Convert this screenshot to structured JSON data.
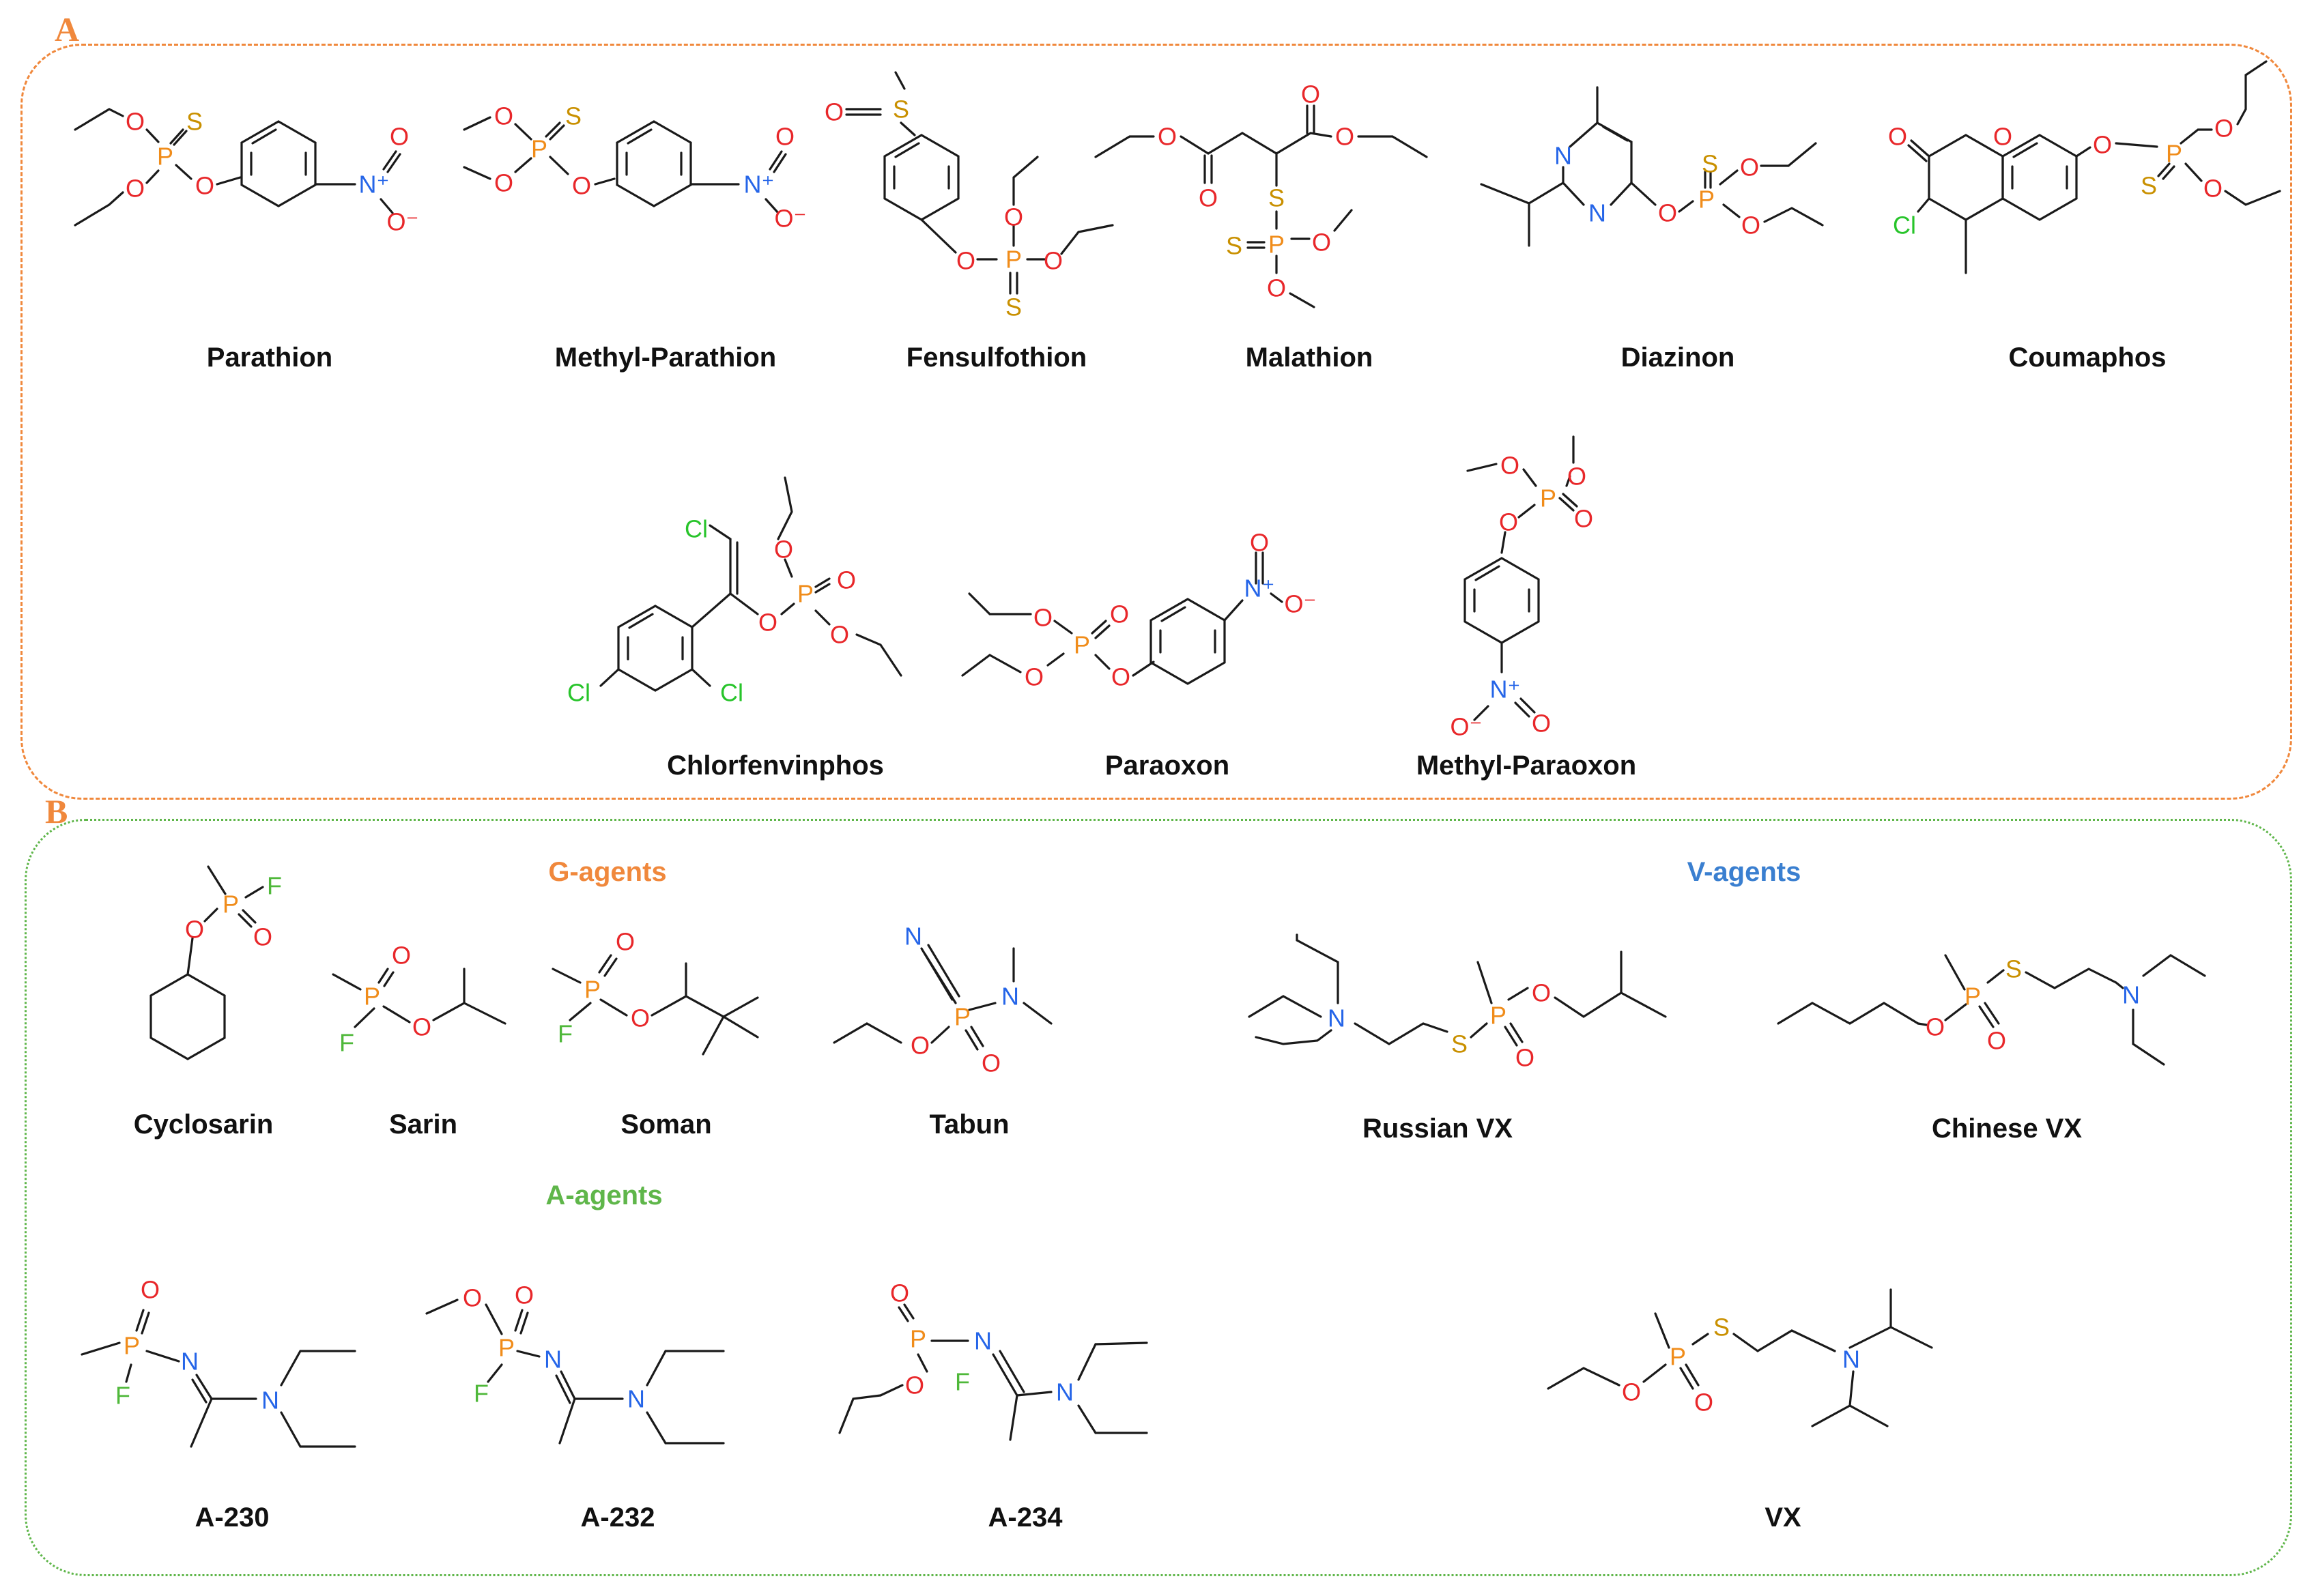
{
  "panels": {
    "a": {
      "letter": "A",
      "border_color": "#f0883c"
    },
    "b": {
      "letter": "B",
      "border_color": "#5fb64a"
    }
  },
  "compounds_a": [
    "Parathion",
    "Methyl-Parathion",
    "Fensulfothion",
    "Malathion",
    "Diazinon",
    "Coumaphos",
    "Chlorfenvinphos",
    "Paraoxon",
    "Methyl-Paraoxon"
  ],
  "groups": {
    "g": {
      "title": "G-agents",
      "color": "#f0883c"
    },
    "v": {
      "title": "V-agents",
      "color": "#3a7fd0"
    },
    "a": {
      "title": "A-agents",
      "color": "#5fb64a"
    }
  },
  "compounds_b": [
    "Cyclosarin",
    "Sarin",
    "Soman",
    "Tabun",
    "Russian VX",
    "Chinese VX",
    "A-230",
    "A-232",
    "A-234",
    "VX"
  ],
  "atom_labels": {
    "O": "O",
    "S": "S",
    "P": "P",
    "N": "N",
    "Cl": "Cl",
    "F": "F",
    "O_minus": "O⁻",
    "N_plus": "N⁺"
  },
  "atom_colors": {
    "O": "#e8272a",
    "P": "#f08c1a",
    "S": "#c99000",
    "N": "#2565e8",
    "Cl": "#27c42a",
    "F": "#4fb83a"
  }
}
